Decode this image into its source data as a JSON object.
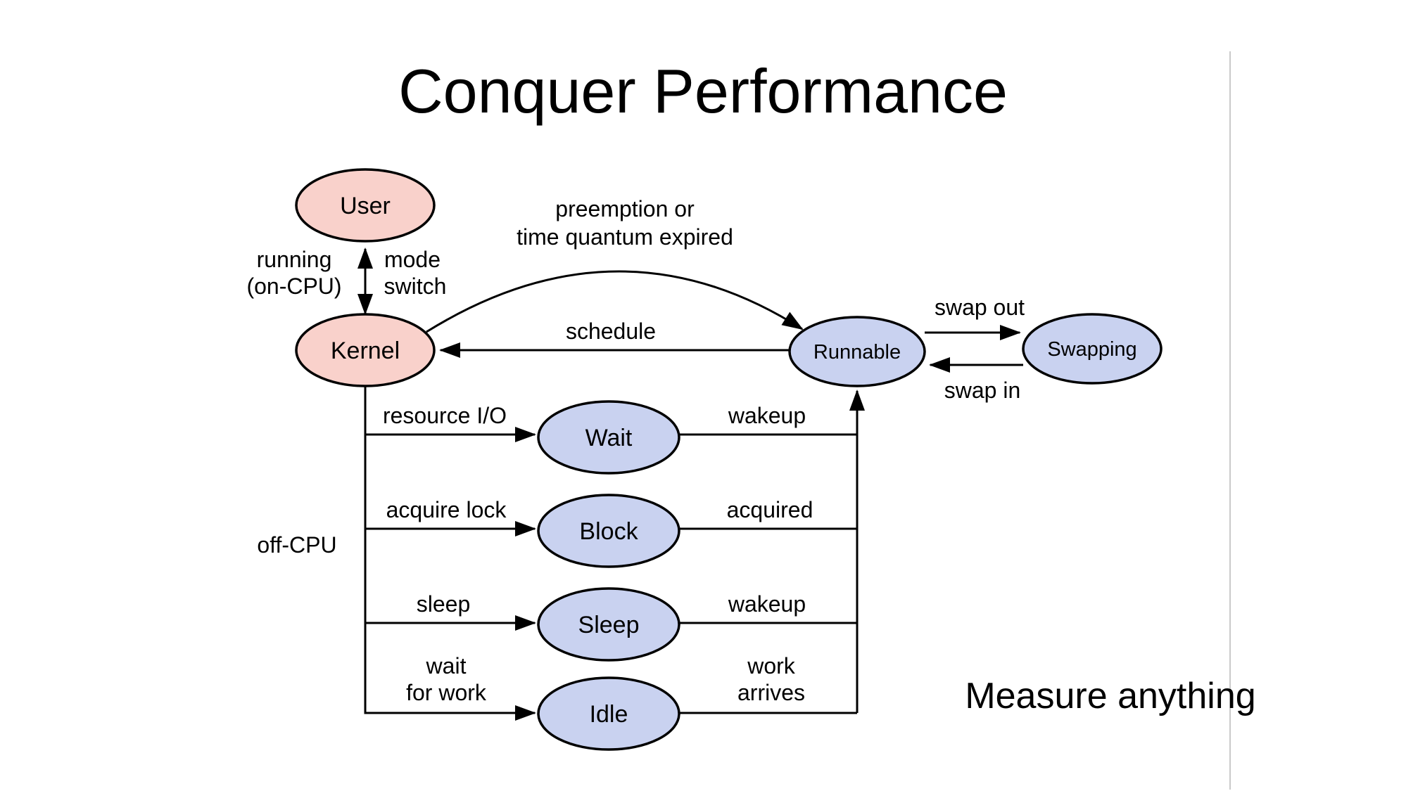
{
  "title": "Conquer Performance",
  "annotation": "Measure anything",
  "colors": {
    "user_kernel_fill": "#f9d1cb",
    "state_fill": "#c9d2f0",
    "stroke": "#000000",
    "divider_line": "#b9b9b9",
    "background": "#ffffff"
  },
  "diagram": {
    "nodes": {
      "user": {
        "label": "User"
      },
      "kernel": {
        "label": "Kernel"
      },
      "runnable": {
        "label": "Runnable"
      },
      "swapping": {
        "label": "Swapping"
      },
      "wait": {
        "label": "Wait"
      },
      "block": {
        "label": "Block"
      },
      "sleep": {
        "label": "Sleep"
      },
      "idle": {
        "label": "Idle"
      }
    },
    "labels": {
      "running": "running",
      "on_cpu": "(on-CPU)",
      "mode": "mode",
      "switch": "switch",
      "preemption_line1": "preemption or",
      "preemption_line2": "time quantum expired",
      "schedule": "schedule",
      "swap_out": "swap out",
      "swap_in": "swap in",
      "resource_io": "resource I/O",
      "wakeup_wait": "wakeup",
      "acquire_lock": "acquire lock",
      "acquired": "acquired",
      "sleep": "sleep",
      "wakeup_sleep": "wakeup",
      "wait_line1": "wait",
      "wait_line2": "for work",
      "work_line1": "work",
      "work_line2": "arrives",
      "off_cpu": "off-CPU"
    }
  }
}
